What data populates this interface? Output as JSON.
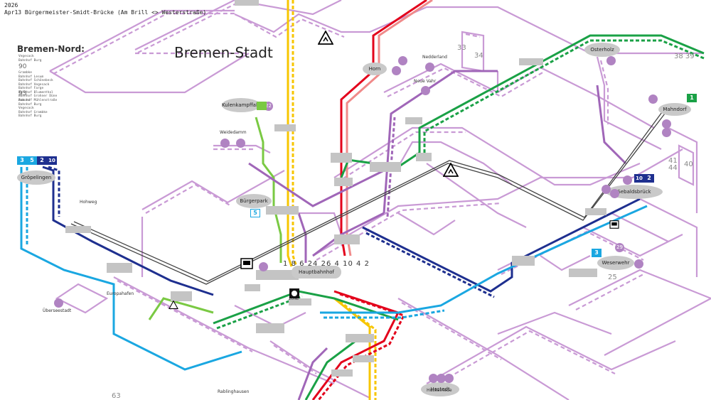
{
  "header": {
    "year": "2026",
    "route": "Apr13 Bürgermeister-Smidt-Brücke (Am Brill <> Westerstraße)"
  },
  "regions": {
    "stadt": "Bremen-Stadt",
    "nord": "Bremen-Nord:"
  },
  "nord_lists": {
    "l1": [
      "Vegesack",
      "Bahnhof Burg"
    ],
    "n90": "90",
    "l2": [
      "Grambke",
      "Bahnhof Lesum",
      "Bahnhof Schönebeck",
      "Bahnhof Vegesack",
      "Bahnhof Farge",
      "Bahnhof Blumenthal",
      "Bahnhof Grohner Düne",
      "Bahnhof Mühlenstraße",
      "Bahnhof Farge"
    ],
    "n93": "93",
    "l3": [
      "Aumund",
      "Bahnhof Burg",
      "Vegesack",
      "Bahnhof Grambke",
      "Bahnhof Burg"
    ]
  },
  "hubs": {
    "gropelingen": "Gröpelingen",
    "kulenkampff": "Kulenkampffallee",
    "buergerpark": "Bürgerpark",
    "hauptbahnhof": "Hauptbahnhof",
    "osterholz": "Osterholz",
    "mahndorf": "Mahndorf",
    "sebaldsbrueck": "Sebaldsbrück",
    "weserwehr": "Weserwehr",
    "horn": "Horn",
    "hastedt": "Hastedt"
  },
  "stops": {
    "hohweg": "Hohweg",
    "weidedamm": "Weidedamm",
    "nedderland": "Nedderland",
    "neue_vahr": "Neue Vahr",
    "ueberseestadt": "Überseestadt",
    "europahafen": "Europahafen",
    "rablinghausen": "Rablinghausen",
    "huckelriede": "Huckelriede",
    "zone": "ZONE"
  },
  "numbers": {
    "n33": "33",
    "n34": "34",
    "n3839": "38 39",
    "n4144": "41\n44",
    "n40": "40",
    "n63": "63",
    "n25": "25",
    "n22": "22",
    "n29": "29"
  },
  "hbf_lines": [
    "1",
    "8",
    "6",
    "24",
    "26",
    "4",
    "10",
    "4",
    "2"
  ],
  "badges": {
    "gropelingen": [
      "3",
      "5",
      "2",
      "10"
    ],
    "sebaldsbrueck": [
      "10",
      "2"
    ],
    "mahndorf": "1",
    "weserwehr": "3",
    "buergerpark": "5",
    "kulenkampff": "22"
  },
  "colors": {
    "red": "#e3001b",
    "yellow": "#f7c600",
    "green": "#1aa146",
    "lightgreen": "#7ac943",
    "blue": "#1e2f8f",
    "cyan": "#1aa7e1",
    "purple": "#b77fc6",
    "gray": "#555555"
  }
}
